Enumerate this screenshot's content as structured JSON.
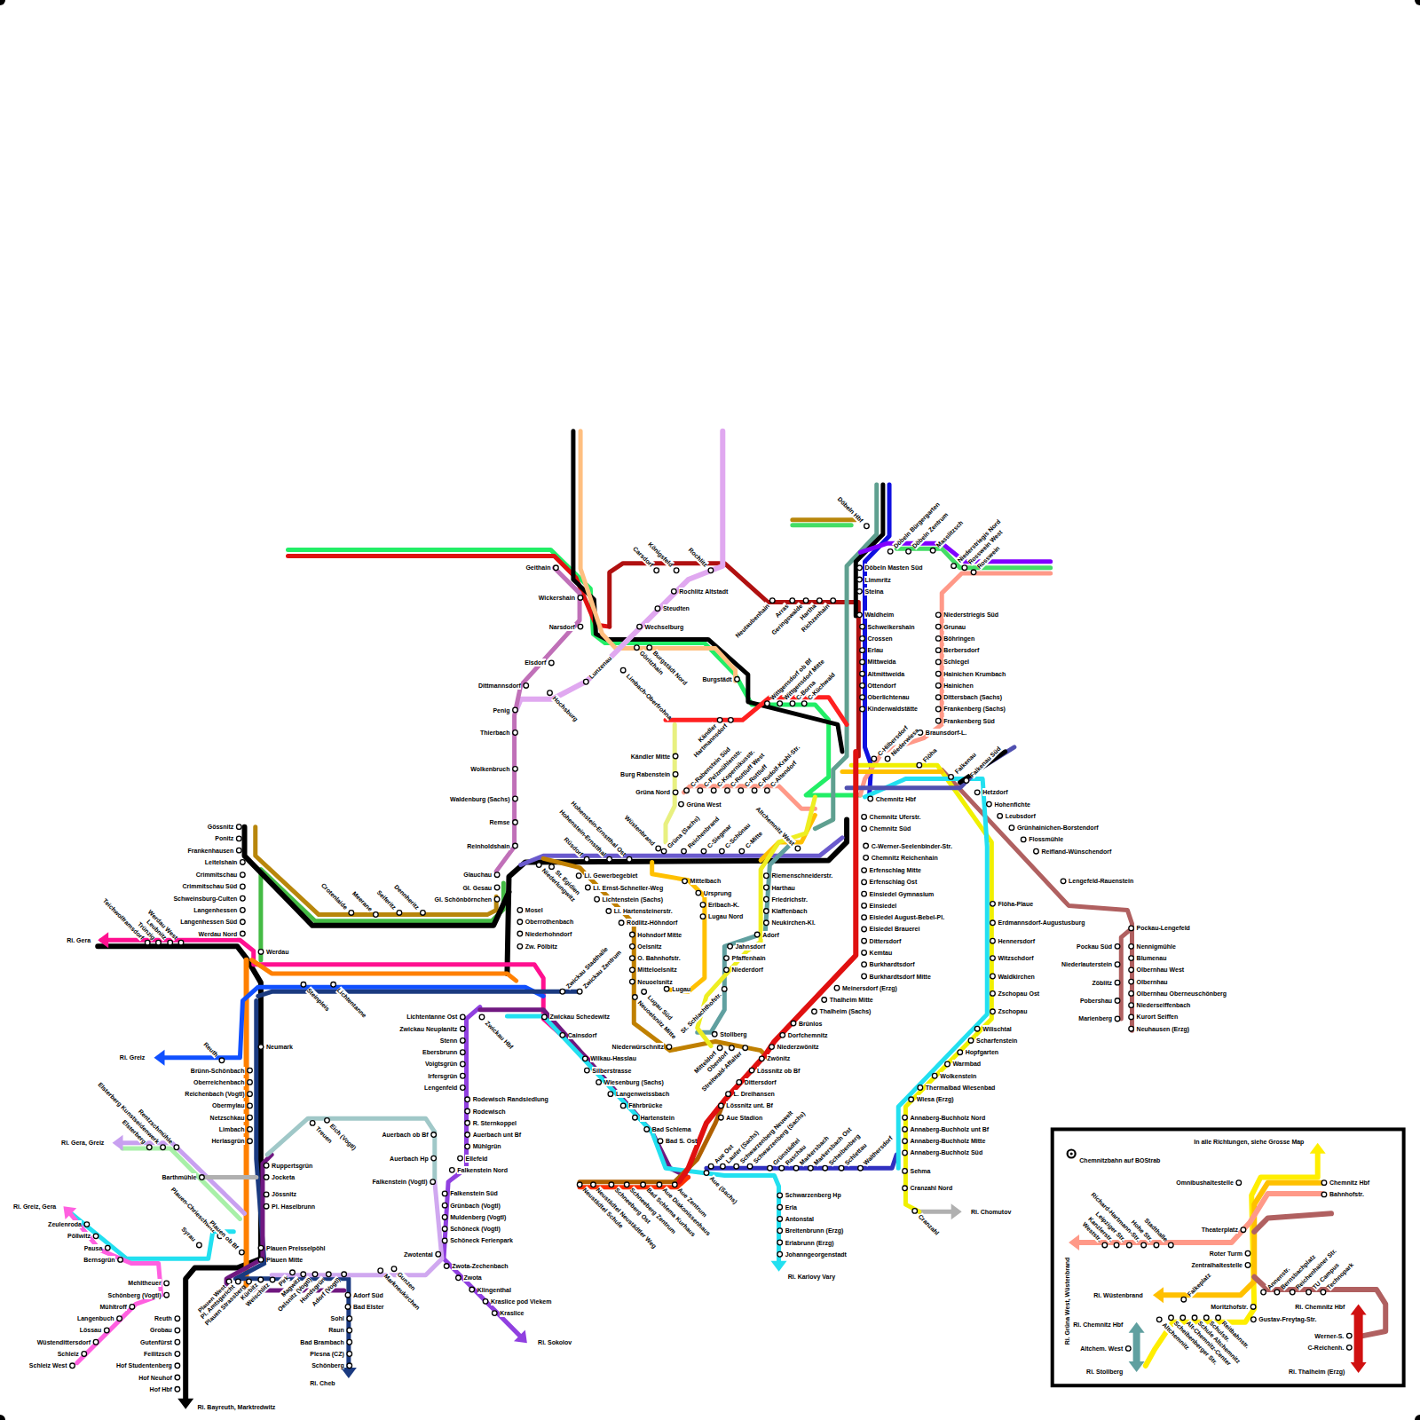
{
  "diagram": {
    "labels": [
      "Geithain",
      "Wickershain",
      "Narsdorf",
      "Elsdorf",
      "Dittmannsdorf",
      "Penig",
      "Lunzenau",
      "Hochsburg",
      "Thierbach",
      "Wolkenbruch",
      "Waldenburg (Sachs)",
      "Remse",
      "Reinholdshain",
      "Glauchau",
      "Gl. Gesau",
      "Gl. Schönbörnchen",
      "Niederlungwitz",
      "St. Egidien",
      "Rüsdorf",
      "Hohenstein-Ernstthal",
      "Hohenstein-Ernstthal Ost",
      "Wüstenbrand",
      "Grüna (Sachs)",
      "Reichenbrand",
      "C-Siegmar",
      "C-Schönau",
      "C-Mitte",
      "Altchemnitz West",
      "Mosel",
      "Oberrothenbach",
      "Niederhohndorf",
      "Zw. Pölbitz",
      "Li. Gewerbegebiet",
      "Li. Ernst-Schneller-Weg",
      "Lichtenstein (Sachs)",
      "Li. Hartensteinerstr.",
      "Rödlitz-Höhndorf",
      "Hohndorf Mitte",
      "Oelsnitz",
      "O. Bahnhofstr.",
      "Mitteloelsnitz",
      "Neuoelsnitz",
      "Lugau",
      "Lugau Süd",
      "Neuoelsnitz Mitte",
      "Mittelbach",
      "Ursprung",
      "Erlbach-K.",
      "Lugau Nord",
      "Niederwürschnitz",
      "Stollberg",
      "Mitteldorf",
      "Oberdorf",
      "Streitwald-Affalter",
      "St. Schlachthofstr.",
      "Jahnsdorf",
      "Pfaffenhain",
      "Niederdorf",
      "Riemenschneiderstr.",
      "Harthau",
      "Friedrichstr.",
      "Klaffenbach",
      "Neukirchen-Kl.",
      "Adorf",
      "Zwönitz",
      "Lössnitz ob Bf",
      "Dittersdorf",
      "L. Dreihansen",
      "Lössnitz unt. Bf",
      "Aue Stadion",
      "Niederzwönitz",
      "Dorfchemnitz",
      "Brünlos",
      "Thalheim (Sachs)",
      "Thalheim Mitte",
      "Meinersdorf (Erzg)",
      "Burkhardtsdorf Mitte",
      "Burkhardtsdorf",
      "Kemtau",
      "Dittersdorf",
      "Eisiedel Brauerei",
      "Eisiedel August-Bebel-Pl.",
      "Einsiedel",
      "Einsiedel Gymnasium",
      "Erfenschlag Ost",
      "Erfenschlag Mitte",
      "Chemnitz Reichenhain",
      "C-Werner-Seelenbinder-Str.",
      "Chemnitz Süd",
      "Chemnitz Uferstr.",
      "Chemnitz Hbf",
      "C-Hilbersdorf",
      "Niederwiesa",
      "Flöha",
      "Falkenau",
      "Falkenau Süd",
      "Hetzdorf",
      "Hohenfichte",
      "Leubsdorf",
      "Grünhainichen-Borstendorf",
      "Flossmühle",
      "Reifland-Wünschendorf",
      "Lengefeld-Rauenstein",
      "Pockau-Lengefeld",
      "Pockau Süd",
      "Niederlauterstein",
      "Zöblitz",
      "Pobershau",
      "Marienberg",
      "Nennigmühle",
      "Blumenau",
      "Olbernhau West",
      "Olbernhau",
      "Olbernhau Oberneuschönberg",
      "Niederseiffenbach",
      "Kurort Seiffen",
      "Neuhausen (Erzg)",
      "Flöha-Plaue",
      "Erdmannsdorf-Augustusburg",
      "Hennersdorf",
      "Witzschdorf",
      "Waldkirchen",
      "Zschopau Ost",
      "Zschopau",
      "Wilischtal",
      "Scharfenstein",
      "Hopfgarten",
      "Warmbad",
      "Wolkenstein",
      "Thermalbad Wiesenbad",
      "Wiesa (Erzg)",
      "Annaberg-Buchholz Nord",
      "Annaberg-Buchholz unt Bf",
      "Annaberg-Buchholz Mitte",
      "Annaberg-Buchholz Süd",
      "Sehma",
      "Cranzahl Nord",
      "Cranzahl",
      "Ri. Chomutov",
      "Aue Ost",
      "Lauter (Sachs)",
      "Schwarzenberg Neuwelt",
      "Schwarzenberg (Sachs)",
      "Grünstädtel",
      "Raschau",
      "Markersbach",
      "Markersbach Ost",
      "Scheibenberg",
      "Schlettau",
      "Walthersdorf",
      "Aue (Sachs)",
      "Schwarzenberg Hp",
      "Erla",
      "Antonstal",
      "Breitenbrunn (Erzg)",
      "Erlabrunn (Erzg)",
      "Johanngeorgenstadt",
      "Ri. Karlovy Vary",
      "Neustädtel Schule",
      "Neustädtel Neustädtler Weg",
      "Schneeberg Ost",
      "Schneeberg Zentrum",
      "Bad Schlema Kurhaus",
      "Aue Diakonissenhaus",
      "Aue Zentrum",
      "Zwickau Stadthalle",
      "Zwickau Zentrum",
      "Zwickau Hbf",
      "Zwickau Schedewitz",
      "Cainsdorf",
      "Wilkau-Hasslau",
      "Silberstrasse",
      "Wiesenburg (Sachs)",
      "Langenweissbach",
      "Fährbrücke",
      "Hartenstein",
      "Bad Schlema",
      "Bad S. Ost",
      "Lichtentanne Ost",
      "Zwickau Neuplanitz",
      "Stenn",
      "Ebersbrunn",
      "Voigtsgrün",
      "Irfersgrün",
      "Lengenfeld",
      "Rodewisch Randsiedlung",
      "Rodewisch",
      "R. Sternkoppel",
      "Auerbach unt Bf",
      "Mühlgrün",
      "Ellefeld",
      "Falkenstein Nord",
      "Auerbach ob Bf",
      "Auerbach Hp",
      "Falkenstein (Vogtl)",
      "Falkenstein Süd",
      "Grünbach (Vogtl)",
      "Muldenberg (Vogtl)",
      "Schöneck (Vogtl)",
      "Schöneck Ferienpark",
      "Zwotental",
      "Zwota-Zechenbach",
      "Zwota",
      "Klingenthal",
      "Kraslice pod Viekem",
      "Kraslice",
      "Ri. Sokolov",
      "Gössnitz",
      "Ponitz",
      "Frankenhausen",
      "Leitelshain",
      "Crimmitschau",
      "Crimmitschau Süd",
      "Schweinsburg-Culten",
      "Langenhessen",
      "Langenhessen Süd",
      "Werdau Nord",
      "Werdau",
      "Crotenlaide",
      "Meerane",
      "Seiferitz",
      "Dennheritz",
      "Ri. Gera",
      "Teichwolframsdorf",
      "Trünzig",
      "Leubnitz",
      "Werdau West",
      "Steinpleis",
      "Lichtentanne",
      "Neumark",
      "Reuth",
      "Ri. Greiz",
      "Brünn-Schönbach",
      "Oberreichenbach",
      "Reichenbach (Vogtl)",
      "Obermylau",
      "Netzschkau",
      "Limbach",
      "Herlasgrün",
      "Barthmühle",
      "Ruppertsgrün",
      "Jocketa",
      "Jössnitz",
      "Pl. Haselbrunn",
      "Plauen Preisselpöhl",
      "Plauen Mitte",
      "Treuen",
      "Eich (Vogtl)",
      "Elsterberg",
      "Elsterberg Kunstseidenwerk",
      "Rentzschmühle",
      "Ri. Gera, Greiz",
      "Ri. Greiz, Gera",
      "Zeulenroda",
      "Pöllwitz",
      "Pausa",
      "Bernsgrün",
      "Mehltheuer",
      "Schönberg (Vogtl)",
      "Mühltroff",
      "Langenbuch",
      "Lössau",
      "Wüstendittersdorf",
      "Schleiz",
      "Schleiz West",
      "Syrau",
      "Plauen-Chrieschwitz",
      "Plauen ob Bf",
      "Reuth",
      "Grobau",
      "Gutenfürst",
      "Feilitzsch",
      "Hof Studentenberg",
      "Hof Neuhof",
      "Hof Hbf",
      "Ri. Bayreuth, Marktredwitz",
      "Plauen West",
      "Pl. Amtsgericht",
      "Plauen Strassberg",
      "Kürbitz",
      "Weischlitz",
      "Pirk",
      "Magwitz",
      "Oelsnitz (Vogtl)",
      "Hundsgrün",
      "Adorf (Vogtl)",
      "Adorf Süd",
      "Bad Elster",
      "Sohl",
      "Raun",
      "Bad Brambach",
      "Plesna (CZ)",
      "Schönberg",
      "Ri. Cheb",
      "Markneukirchen",
      "Gunzen",
      "Carsdorf",
      "Königsfeld",
      "Rochlitz",
      "Rochlitz Altstadt",
      "Steudten",
      "Wechselburg",
      "Neutaubenhain",
      "Arras",
      "Geringswalde",
      "Hartha",
      "Richzenhain",
      "Burgstädt",
      "Göritzhain",
      "Burgstädt Nord",
      "Limbach-Oberfrohna",
      "Kändler",
      "Hartmannsdorf",
      "Wittgensdorf ob Bf",
      "Wittgensdorf Mitte",
      "C-Borna",
      "C-Küchwald",
      "Kändler Mitte",
      "Burg Rabenstein",
      "Grüna Nord",
      "Grüna West",
      "C-Rabenstein Süd",
      "C-Pelzmühlenstr.",
      "C-Kopernikusstr.",
      "C-Rottluff West",
      "C-Rottluff",
      "C-Rudolf-Krahl-Str.",
      "C-Altendorf",
      "Döbeln Hbf",
      "Döbeln Bürgergarten",
      "Döbeln Zentrum",
      "Masslitzsch",
      "Niederstriegis Nord",
      "Rosswein West",
      "Rosswein",
      "Döbeln Masten Süd",
      "Limmritz",
      "Steina",
      "Waldheim",
      "Schweikershain",
      "Crossen",
      "Erlau",
      "Mittweida",
      "Altmittweida",
      "Ottendorf",
      "Oberlichtenau",
      "Kinderwaldstätte",
      "Niederstriegis Süd",
      "Grunau",
      "Böhringen",
      "Berbersdorf",
      "Schlegel",
      "Hainichen Krumbach",
      "Hainichen",
      "Dittersbach (Sachs)",
      "Frankenberg (Sachs)",
      "Frankenberg Süd",
      "Braunsdorf-L.",
      "In alle Richtungen, siehe Grosse Map",
      "Omnibushaltestelle",
      "Chemnitz Hbf",
      "Bahnhofstr.",
      "Theaterplatz",
      "Roter Turm",
      "Zentralhaltestelle",
      "Weststr.",
      "Kanzlerstr.",
      "Leipziger Str.",
      "Richard-Hartmann-Str.",
      "Hohe Str.",
      "Stadthalle",
      "Ri. Grüna West, Wüstenbrand",
      "Ri. Wüstenbrand",
      "Falkeplatz",
      "Annenstr.",
      "Bernsbachplatz",
      "Reichenhainer Str.",
      "TU Campus",
      "Technopark",
      "Moritzhofstr.",
      "Gustav-Freytag-Str.",
      "Ri. Chemnitz Hbf",
      "Werner-S.",
      "C-Reichenh.",
      "Ri. Thalheim (Erzg)",
      "Ri. Chemnitz Hbf",
      "Altchem. West",
      "Ri. Stollberg",
      "Altchemnitz",
      "Scheibenberger Str.",
      "Alt-Chemnitz-Center",
      "Schule Altchemnitz",
      "Schulstr.",
      "Reitbahnstr."
    ],
    "legend": [
      {
        "text": "Chemnitzbahn auf BOStrab"
      }
    ]
  }
}
